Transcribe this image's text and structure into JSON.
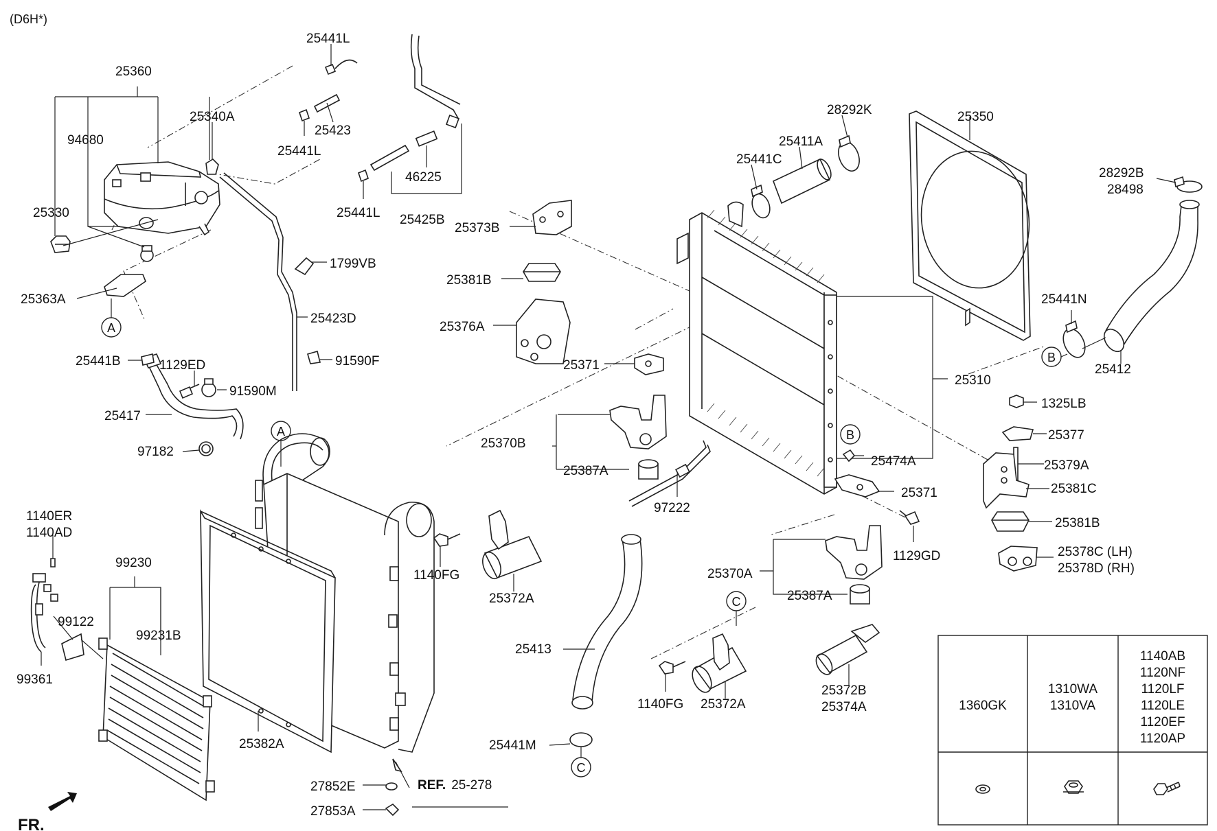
{
  "engine_code": "(D6H*)",
  "direction_label": "FR.",
  "ref_label": {
    "prefix": "REF.",
    "value": "25-278"
  },
  "callouts": {
    "A_top": "A",
    "A_mid": "A",
    "B_right": "B",
    "B_mid": "B",
    "C_top": "C",
    "C_bottom": "C"
  },
  "labels": {
    "p25360": "25360",
    "p25441L_a": "25441L",
    "p25423": "25423",
    "p25441L_b": "25441L",
    "p25340A": "25340A",
    "p94680": "94680",
    "p25330": "25330",
    "p25441L_c": "25441L",
    "p46225": "46225",
    "p25425B": "25425B",
    "p1799VB": "1799VB",
    "p25363A": "25363A",
    "p25423D": "25423D",
    "p25441B": "25441B",
    "p1129ED": "1129ED",
    "p91590F": "91590F",
    "p91590M": "91590M",
    "p25417": "25417",
    "p97182": "97182",
    "p28292K": "28292K",
    "p25411A": "25411A",
    "p25441C": "25441C",
    "p25350": "25350",
    "p28292B": "28292B",
    "p28498": "28498",
    "p25373B": "25373B",
    "p25381B_a": "25381B",
    "p25376A": "25376A",
    "p25371_a": "25371",
    "p25370B": "25370B",
    "p25387A_a": "25387A",
    "p97222": "97222",
    "p25310": "25310",
    "p25474A": "25474A",
    "p25371_b": "25371",
    "p1129GD": "1129GD",
    "p25370A": "25370A",
    "p25387A_b": "25387A",
    "p25441N": "25441N",
    "p25412": "25412",
    "p1325LB": "1325LB",
    "p25377": "25377",
    "p25379A": "25379A",
    "p25381C": "25381C",
    "p25381B_b": "25381B",
    "p25378C": "25378C (LH)",
    "p25378D": "25378D (RH)",
    "p1140ER": "1140ER",
    "p1140AD": "1140AD",
    "p99230": "99230",
    "p99122": "99122",
    "p99231B": "99231B",
    "p99361": "99361",
    "p1140FG_a": "1140FG",
    "p25372A_a": "25372A",
    "p25413": "25413",
    "p25382A": "25382A",
    "p25441M": "25441M",
    "p1140FG_b": "1140FG",
    "p25372A_b": "25372A",
    "p25372B": "25372B",
    "p25374A": "25374A",
    "p27852E": "27852E",
    "p27853A": "27853A"
  },
  "fastener_table": {
    "columns": [
      {
        "codes": [
          "1360GK"
        ],
        "icon": "washer-icon"
      },
      {
        "codes": [
          "1310WA",
          "1310VA"
        ],
        "icon": "nut-icon"
      },
      {
        "codes": [
          "1140AB",
          "1120NF",
          "1120LF",
          "1120LE",
          "1120EF",
          "1120AP"
        ],
        "icon": "bolt-icon"
      }
    ]
  }
}
